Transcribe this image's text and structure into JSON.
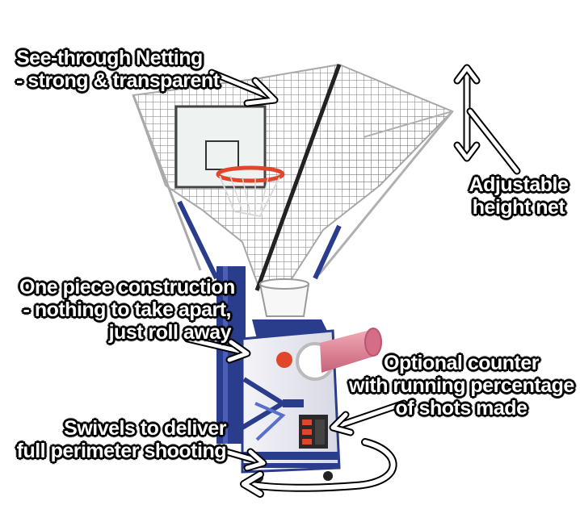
{
  "callouts": {
    "netting": {
      "line1": "See-through Netting",
      "line2": "- strong & transparent"
    },
    "height": {
      "line1": "Adjustable",
      "line2": "height net"
    },
    "one_piece": {
      "line1": "One piece construction",
      "line2": "- nothing to take apart,",
      "line3": "just roll away"
    },
    "counter": {
      "line1": "Optional counter",
      "line2": "with running percentage",
      "line3": "of shots made"
    },
    "swivel": {
      "line1": "Swivels to deliver",
      "line2": "full perimeter shooting"
    }
  },
  "colors": {
    "machine_blue": "#2a3c8c",
    "launcher_pink": "#e8879b",
    "rim_orange": "#e0462a",
    "net_gray": "#8a8a8a",
    "label_fill": "#ffffff",
    "label_outline": "#000000"
  }
}
